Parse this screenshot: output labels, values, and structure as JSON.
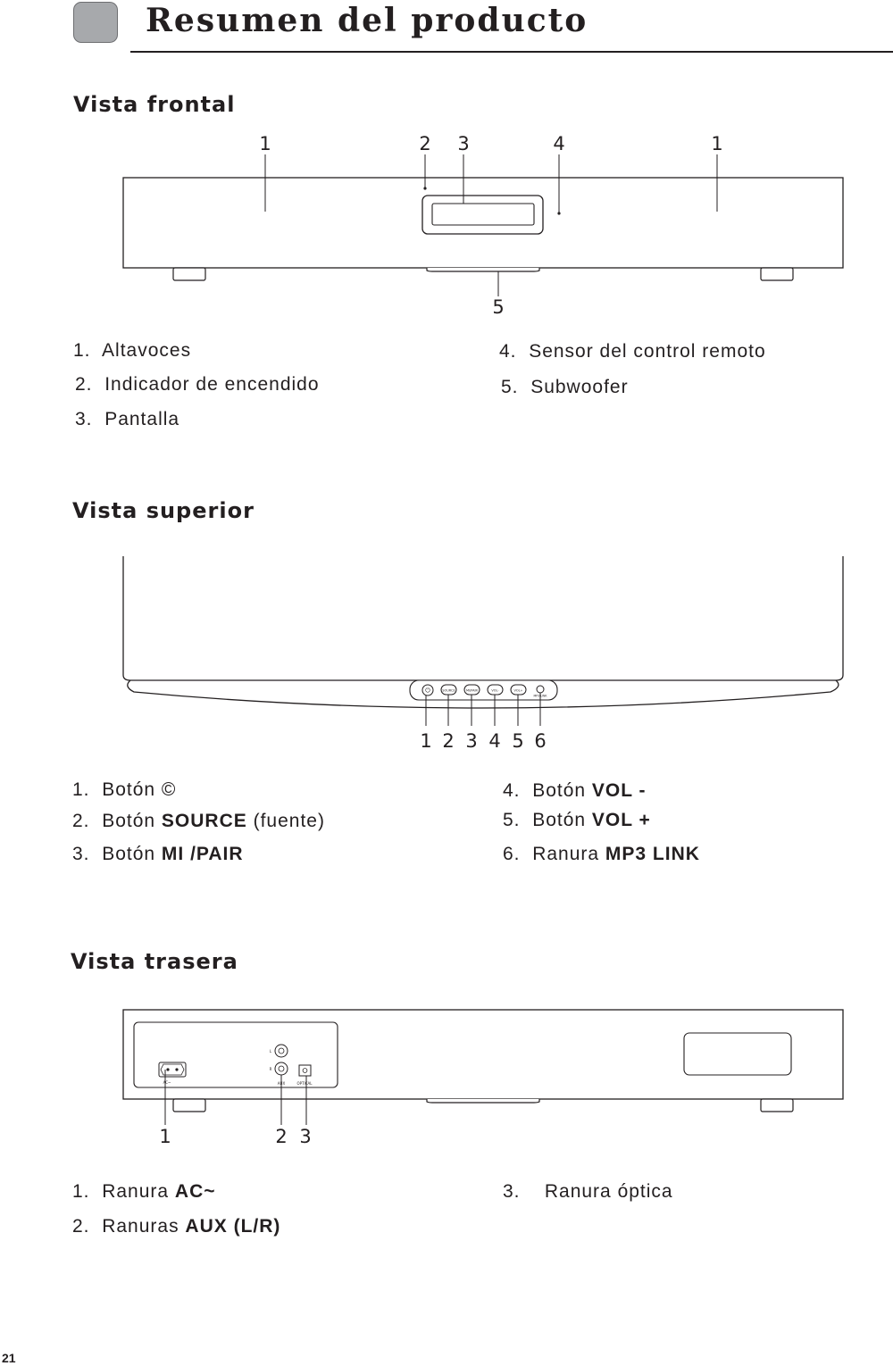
{
  "header": {
    "title": "Resumen del producto"
  },
  "front": {
    "title": "Vista frontal",
    "callouts": [
      "1",
      "2",
      "3",
      "4",
      "1",
      "5"
    ],
    "items": [
      {
        "num": "1.",
        "text": "Altavoces"
      },
      {
        "num": "2.",
        "text": "Indicador de encendido"
      },
      {
        "num": "3.",
        "text": "Pantalla"
      },
      {
        "num": "4.",
        "text": "Sensor del control remoto"
      },
      {
        "num": "5.",
        "text": "Subwoofer"
      }
    ]
  },
  "top": {
    "title": "Vista superior",
    "callouts": [
      "1",
      "2",
      "3",
      "4",
      "5",
      "6"
    ],
    "button_labels": [
      "SOURCE",
      "MI/PAIR",
      "VOL-",
      "VOL+",
      "MP3 LINK"
    ],
    "items": [
      {
        "num": "1.",
        "prefix": "Botón ©",
        "bold": "",
        "suffix": ""
      },
      {
        "num": "2.",
        "prefix": "Botón ",
        "bold": "SOURCE",
        "suffix": " (fuente)"
      },
      {
        "num": "3.",
        "prefix": "Botón ",
        "bold": "MI /PAIR",
        "suffix": ""
      },
      {
        "num": "4.",
        "prefix": "Botón ",
        "bold": "VOL -",
        "suffix": ""
      },
      {
        "num": "5.",
        "prefix": "Botón ",
        "bold": "VOL +",
        "suffix": ""
      },
      {
        "num": "6.",
        "prefix": "Ranura ",
        "bold": "MP3 LINK",
        "suffix": ""
      }
    ]
  },
  "rear": {
    "title": "Vista trasera",
    "callouts": [
      "1",
      "2",
      "3"
    ],
    "port_labels": [
      "AC~",
      "L",
      "R",
      "AUX",
      "OPTICAL"
    ],
    "items": [
      {
        "num": "1.",
        "prefix": "Ranura ",
        "bold": "AC~"
      },
      {
        "num": "2.",
        "prefix": "Ranuras ",
        "bold": "AUX (L/R)"
      },
      {
        "num": "3.",
        "prefix": "  Ranura óptica",
        "bold": ""
      }
    ]
  },
  "page_number": "21"
}
